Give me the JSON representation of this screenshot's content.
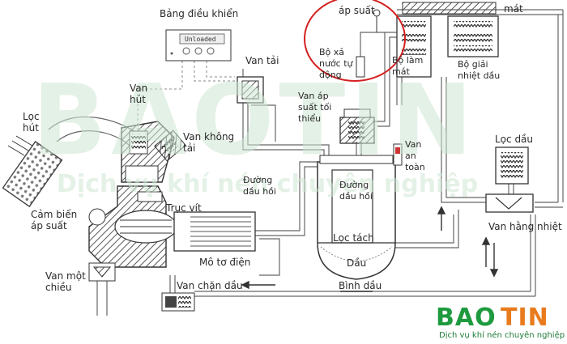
{
  "diagram": {
    "labels": {
      "control_panel": "Bảng điều khiển",
      "panel_display": "Unloaded",
      "pressure": "áp suất",
      "relief_valve": "Bộ xả\nnước tự\nđộng",
      "cooler": "Bộ làm\nmát",
      "cooler_top": "mát",
      "oil_cooler": "Bộ giải\nnhiệt dầu",
      "unload_valve": "Van tải",
      "intake_valve": "Van\nhút",
      "min_pressure_valve": "Van áp\nsuất tối\nthiểu",
      "safety_valve": "Van\nan\ntoàn",
      "air_filter": "Lọc\nhút",
      "no_load_valve": "Van không\ntải",
      "oil_return_line_1": "Đường\ndầu hồi",
      "oil_return_line_2": "Đường\ndầu hồi",
      "oil_filter": "Lọc dầu",
      "screw": "Trục vít",
      "pressure_sensor": "Cảm biến\náp suất",
      "thermostatic_valve": "Van hằng nhiệt",
      "separator": "Lọc tách",
      "motor": "Mô tơ điện",
      "oil": "Dầu",
      "check_valve": "Van một\nchiều",
      "oil_stop_valve": "Van chặn dầu",
      "oil_tank": "Bình dầu"
    },
    "watermark": {
      "brand": "BAOTIN",
      "tagline": "Dịch vụ khí nén chuyên nghiệp"
    },
    "logo": {
      "brand_part1": "BAO",
      "brand_part2": "TIN",
      "tagline": "Dịch vụ khí nén chuyên nghiệp"
    },
    "colors": {
      "line": "#555555",
      "circle": "#d42020",
      "logo_green": "#1e9a3f",
      "logo_orange": "#e87b1e",
      "watermark": "#cfe6d3"
    }
  }
}
